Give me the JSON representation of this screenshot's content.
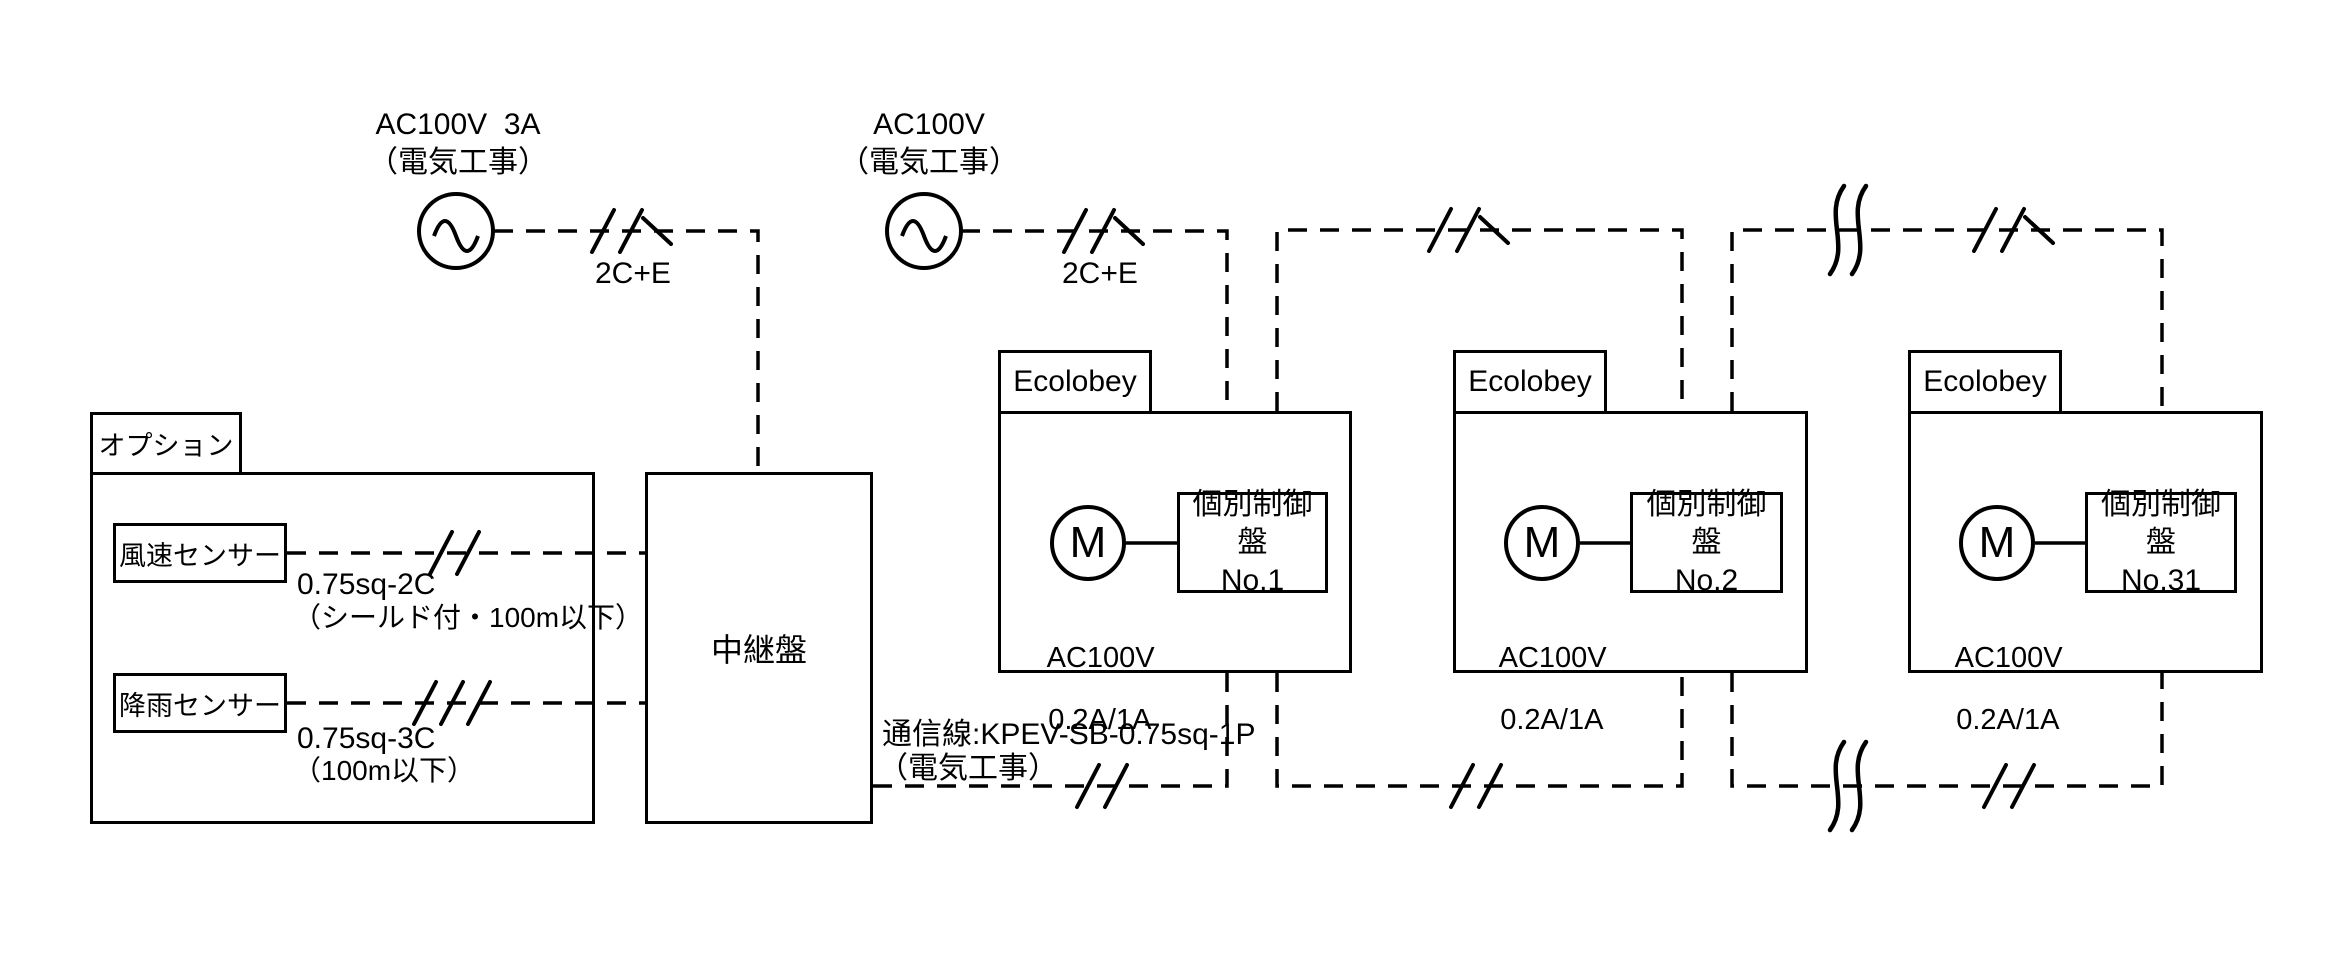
{
  "colors": {
    "background": "#ffffff",
    "line": "#000000"
  },
  "power_sources": [
    {
      "label": "AC100V  3A",
      "note": "（電気工事）",
      "cable_label": "2C+E"
    },
    {
      "label": "AC100V",
      "note": "（電気工事）",
      "cable_label": "2C+E"
    }
  ],
  "option_group": {
    "tab_label": "オプション",
    "sensors": [
      {
        "label": "風速センサー",
        "cable_spec": "0.75sq-2C",
        "cable_note": "（シールド付・100m以下）"
      },
      {
        "label": "降雨センサー",
        "cable_spec": "0.75sq-3C",
        "cable_note": "（100m以下）"
      }
    ]
  },
  "relay_panel": {
    "label": "中継盤"
  },
  "comm_line": {
    "label": "通信線:KPEV-SB-0.75sq-1P",
    "note": "（電気工事）"
  },
  "units": [
    {
      "tab_label": "Ecolobey",
      "motor_label": "M",
      "controller_line1": "個別制御盤",
      "controller_line2": "No.1",
      "rating_line1": "AC100V",
      "rating_line2": "0.2A/1A"
    },
    {
      "tab_label": "Ecolobey",
      "motor_label": "M",
      "controller_line1": "個別制御盤",
      "controller_line2": "No.2",
      "rating_line1": "AC100V",
      "rating_line2": "0.2A/1A"
    },
    {
      "tab_label": "Ecolobey",
      "motor_label": "M",
      "controller_line1": "個別制御盤",
      "controller_line2": "No.31",
      "rating_line1": "AC100V",
      "rating_line2": "0.2A/1A"
    }
  ]
}
